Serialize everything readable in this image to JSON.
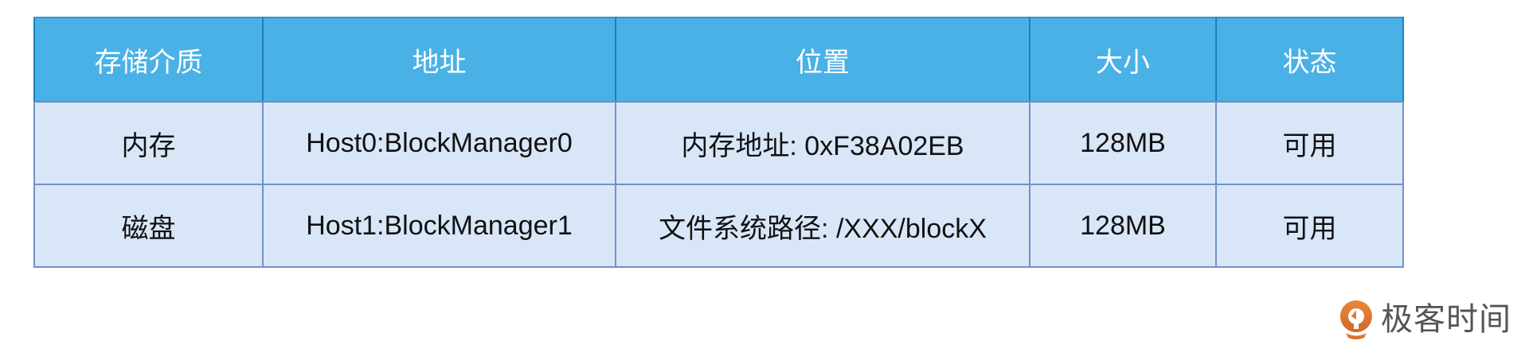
{
  "table": {
    "headers": [
      "存储介质",
      "地址",
      "位置",
      "大小",
      "状态"
    ],
    "rows": [
      [
        "内存",
        "Host0:BlockManager0",
        "内存地址: 0xF38A02EB",
        "128MB",
        "可用"
      ],
      [
        "磁盘",
        "Host1:BlockManager1",
        "文件系统路径: /XXX/blockX",
        "128MB",
        "可用"
      ]
    ]
  },
  "logo": {
    "text": "极客时间",
    "icon": "geektime-logo-icon"
  },
  "colors": {
    "header_bg": "#4ab1e6",
    "header_text": "#ffffff",
    "row_bg": "#d9e6f8",
    "border": "#7191c9",
    "logo_orange": "#e07b2e",
    "logo_text": "#555555"
  }
}
